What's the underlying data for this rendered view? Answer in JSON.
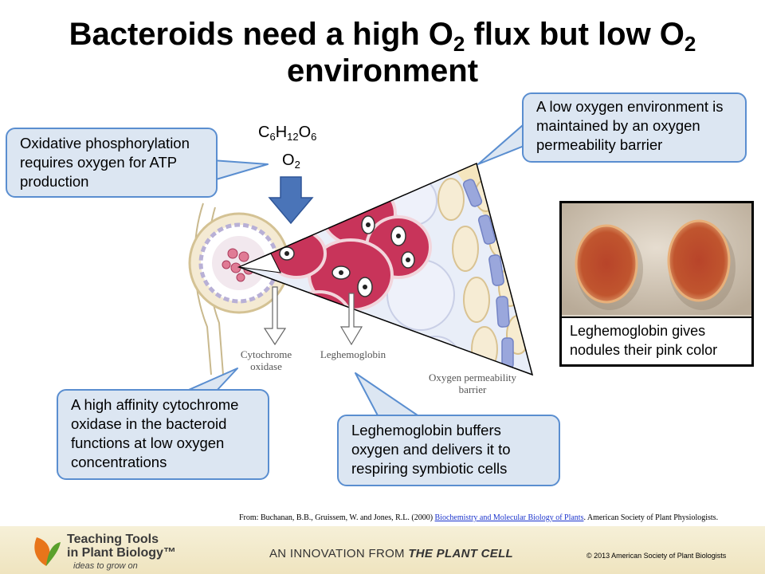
{
  "title": {
    "part1": "Bacteroids need a high O",
    "sub1": "2",
    "part2": " flux but low O",
    "sub2": "2",
    "line2": "environment"
  },
  "formula": {
    "c": "C",
    "c_sub": "6",
    "h": "H",
    "h_sub": "12",
    "o": "O",
    "o_sub": "6",
    "o2": "O",
    "o2_sub": "2"
  },
  "callouts": {
    "oxidative": "Oxidative phosphorylation requires oxygen for ATP production",
    "low_oxygen": "A low oxygen environment is maintained by an oxygen permeability barrier",
    "cytochrome": "A high affinity cytochrome oxidase in the bacteroid functions at low oxygen concentrations",
    "leghemoglobin": "Leghemoglobin buffers oxygen and delivers it to respiring symbiotic cells"
  },
  "photo": {
    "caption": "Leghemoglobin gives nodules their pink color"
  },
  "diagram_labels": {
    "cytochrome": "Cytochrome oxidase",
    "leghemoglobin": "Leghemoglobin",
    "barrier": "Oxygen permeability barrier"
  },
  "citation": {
    "prefix": "From: Buchanan, B.B., Gruissem, W. and Jones, R.L. (2000)",
    "link": "Biochemistry and Molecular Biology of Plants",
    "suffix": ". American Society of Plant Physiologists."
  },
  "footer": {
    "brand_line1": "Teaching Tools",
    "brand_line2": "in Plant Biology™",
    "tagline": "ideas to grow on",
    "innovation_prefix": "AN INNOVATION FROM",
    "innovation_source": "THE PLANT CELL",
    "copyright": "© 2013 American Society of Plant Biologists"
  },
  "colors": {
    "callout_fill": "#dce6f2",
    "callout_border": "#5a8ed0",
    "arrow": "#4a74b8",
    "cell_red": "#c8345a"
  }
}
